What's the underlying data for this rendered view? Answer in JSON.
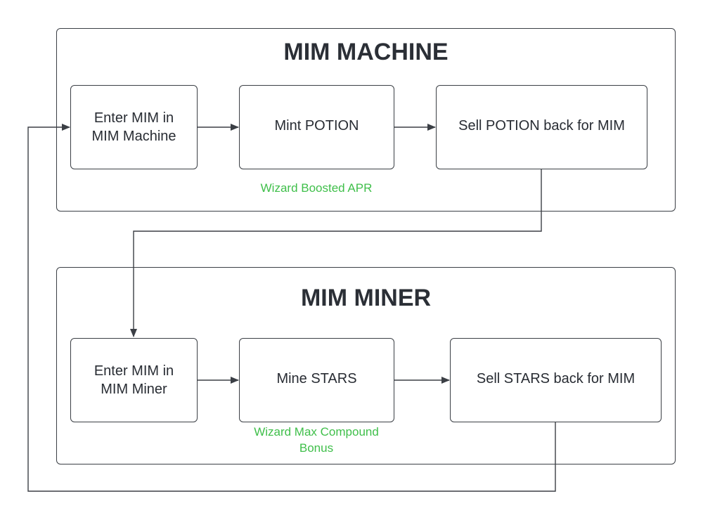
{
  "colors": {
    "stroke": "#3b3f45",
    "text": "#282c33",
    "note": "#3fbf4a"
  },
  "groups": {
    "machine": {
      "title": "MIM MACHINE"
    },
    "miner": {
      "title": "MIM MINER"
    }
  },
  "nodes": {
    "enter_machine": "Enter MIM in\nMIM Machine",
    "mint_potion": "Mint POTION",
    "sell_potion": "Sell POTION back for MIM",
    "enter_miner": "Enter MIM in\nMIM Miner",
    "mine_stars": "Mine STARS",
    "sell_stars": "Sell STARS back for MIM"
  },
  "notes": {
    "boosted_apr": "Wizard Boosted APR",
    "max_compound": "Wizard Max Compound\nBonus"
  }
}
